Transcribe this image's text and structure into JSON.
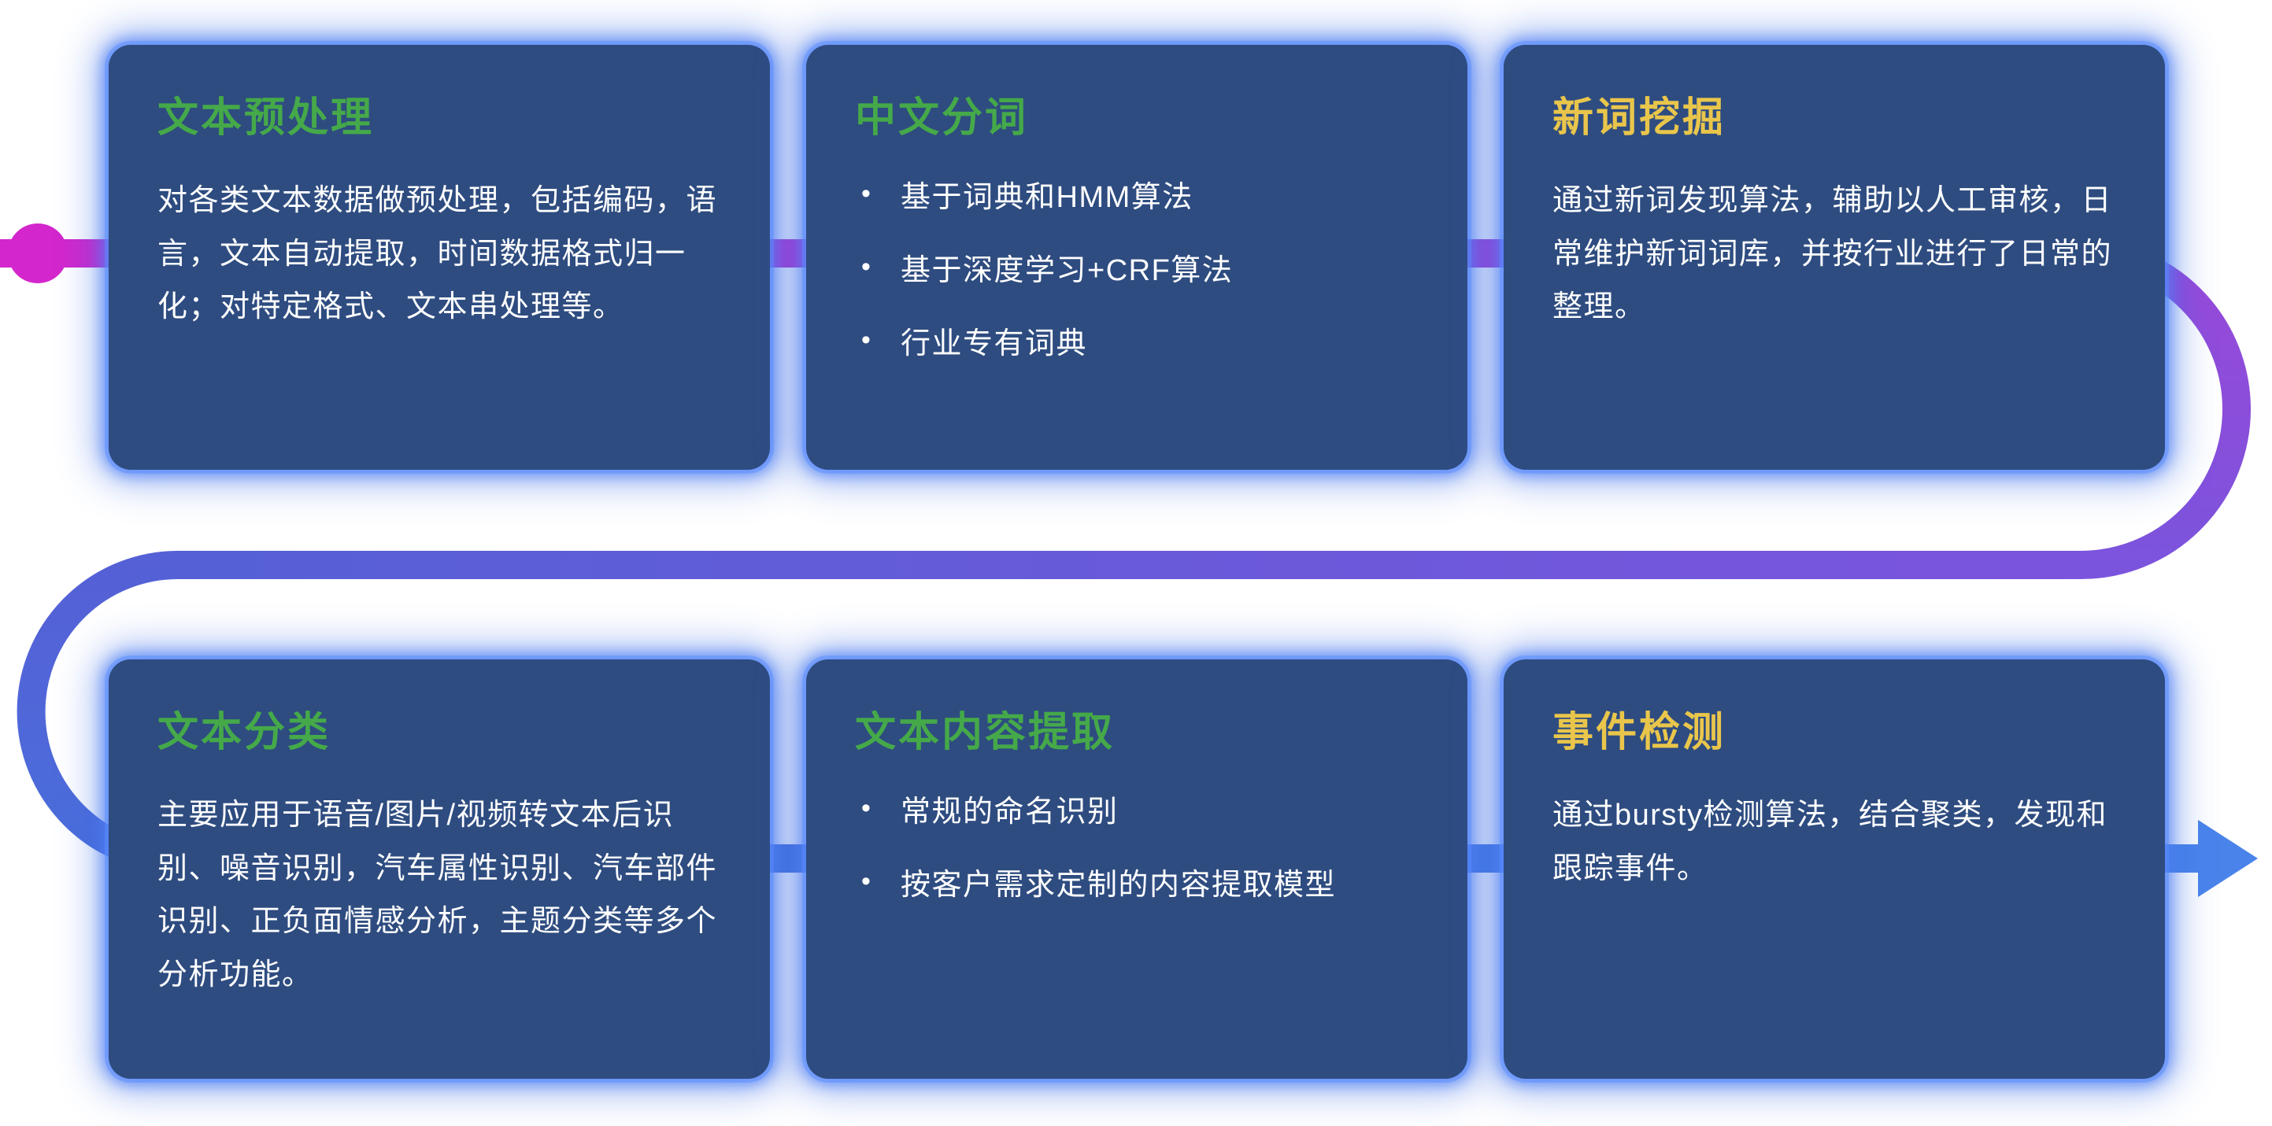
{
  "flow": {
    "colors": {
      "magenta": "#d326cc",
      "purple": "#9a48d8",
      "violet": "#7b54dd",
      "indigo": "#5560d6",
      "blue": "#4a6edb",
      "arrow_blue": "#4a84ea"
    }
  },
  "palette": {
    "card_background": "#2e4c80",
    "card_glow": "#4a7de8",
    "title_green": "#45a949",
    "title_yellow": "#e9c64b",
    "body_text": "#ffffff"
  },
  "cards": [
    {
      "title": "文本预处理",
      "title_color": "#45a949",
      "body": "对各类文本数据做预处理，包括编码，语言，文本自动提取，时间数据格式归一化；对特定格式、文本串处理等。"
    },
    {
      "title": "中文分词",
      "title_color": "#45a949",
      "bullets": [
        "基于词典和HMM算法",
        "基于深度学习+CRF算法",
        "行业专有词典"
      ]
    },
    {
      "title": "新词挖掘",
      "title_color": "#e9c64b",
      "body": "通过新词发现算法，辅助以人工审核，日常维护新词词库，并按行业进行了日常的整理。"
    },
    {
      "title": "文本分类",
      "title_color": "#45a949",
      "body": "主要应用于语音/图片/视频转文本后识别、噪音识别，汽车属性识别、汽车部件识别、正负面情感分析，主题分类等多个分析功能。"
    },
    {
      "title": "文本内容提取",
      "title_color": "#45a949",
      "bullets": [
        "常规的命名识别",
        "按客户需求定制的内容提取模型"
      ]
    },
    {
      "title": "事件检测",
      "title_color": "#e9c64b",
      "body": "通过bursty检测算法，结合聚类，发现和跟踪事件。"
    }
  ]
}
